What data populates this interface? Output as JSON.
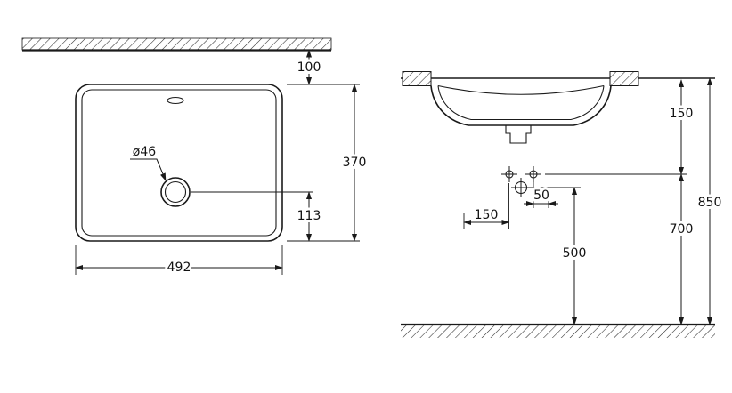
{
  "plan_view": {
    "labels": {
      "width": "492",
      "depth": "370",
      "drain_center_to_front": "113",
      "wall_to_basin": "100",
      "drain_diameter": "ø46"
    }
  },
  "elevation_view": {
    "labels": {
      "counter_height": "850",
      "supply_height": "700",
      "waste_height": "500",
      "counter_to_supply": "150",
      "supply_offset": "150",
      "waste_offset": "50"
    }
  }
}
